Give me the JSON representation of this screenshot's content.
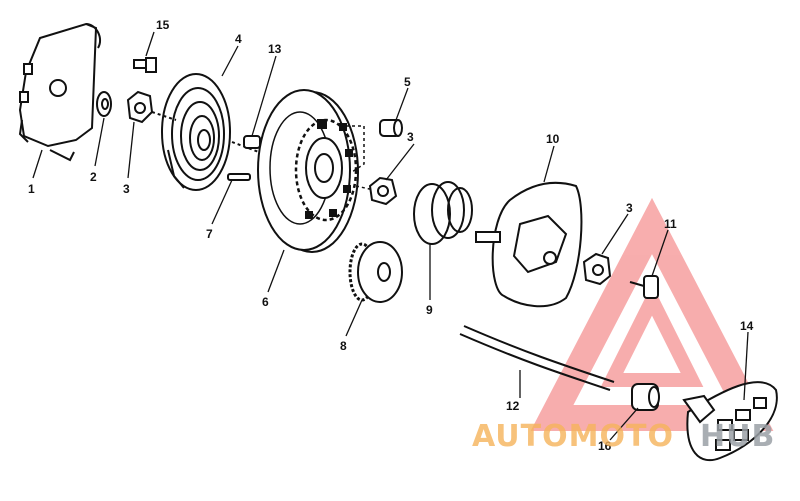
{
  "diagram": {
    "part_numbers": [
      {
        "id": "p1",
        "label": "1"
      },
      {
        "id": "p2",
        "label": "2"
      },
      {
        "id": "p3a",
        "label": "3"
      },
      {
        "id": "p3b",
        "label": "3"
      },
      {
        "id": "p3c",
        "label": "3"
      },
      {
        "id": "p4",
        "label": "4"
      },
      {
        "id": "p5",
        "label": "5"
      },
      {
        "id": "p6",
        "label": "6"
      },
      {
        "id": "p7",
        "label": "7"
      },
      {
        "id": "p8",
        "label": "8"
      },
      {
        "id": "p9",
        "label": "9"
      },
      {
        "id": "p10",
        "label": "10"
      },
      {
        "id": "p11",
        "label": "11"
      },
      {
        "id": "p12",
        "label": "12"
      },
      {
        "id": "p13",
        "label": "13"
      },
      {
        "id": "p14",
        "label": "14"
      },
      {
        "id": "p15",
        "label": "15"
      },
      {
        "id": "p16",
        "label": "16"
      }
    ]
  },
  "watermark": {
    "brand_left": "AUTOMOTO",
    "brand_right": "HUB",
    "color_left": "#f5b35a",
    "color_right": "#9aa0a6",
    "triangle_color": "#f26b6b"
  }
}
